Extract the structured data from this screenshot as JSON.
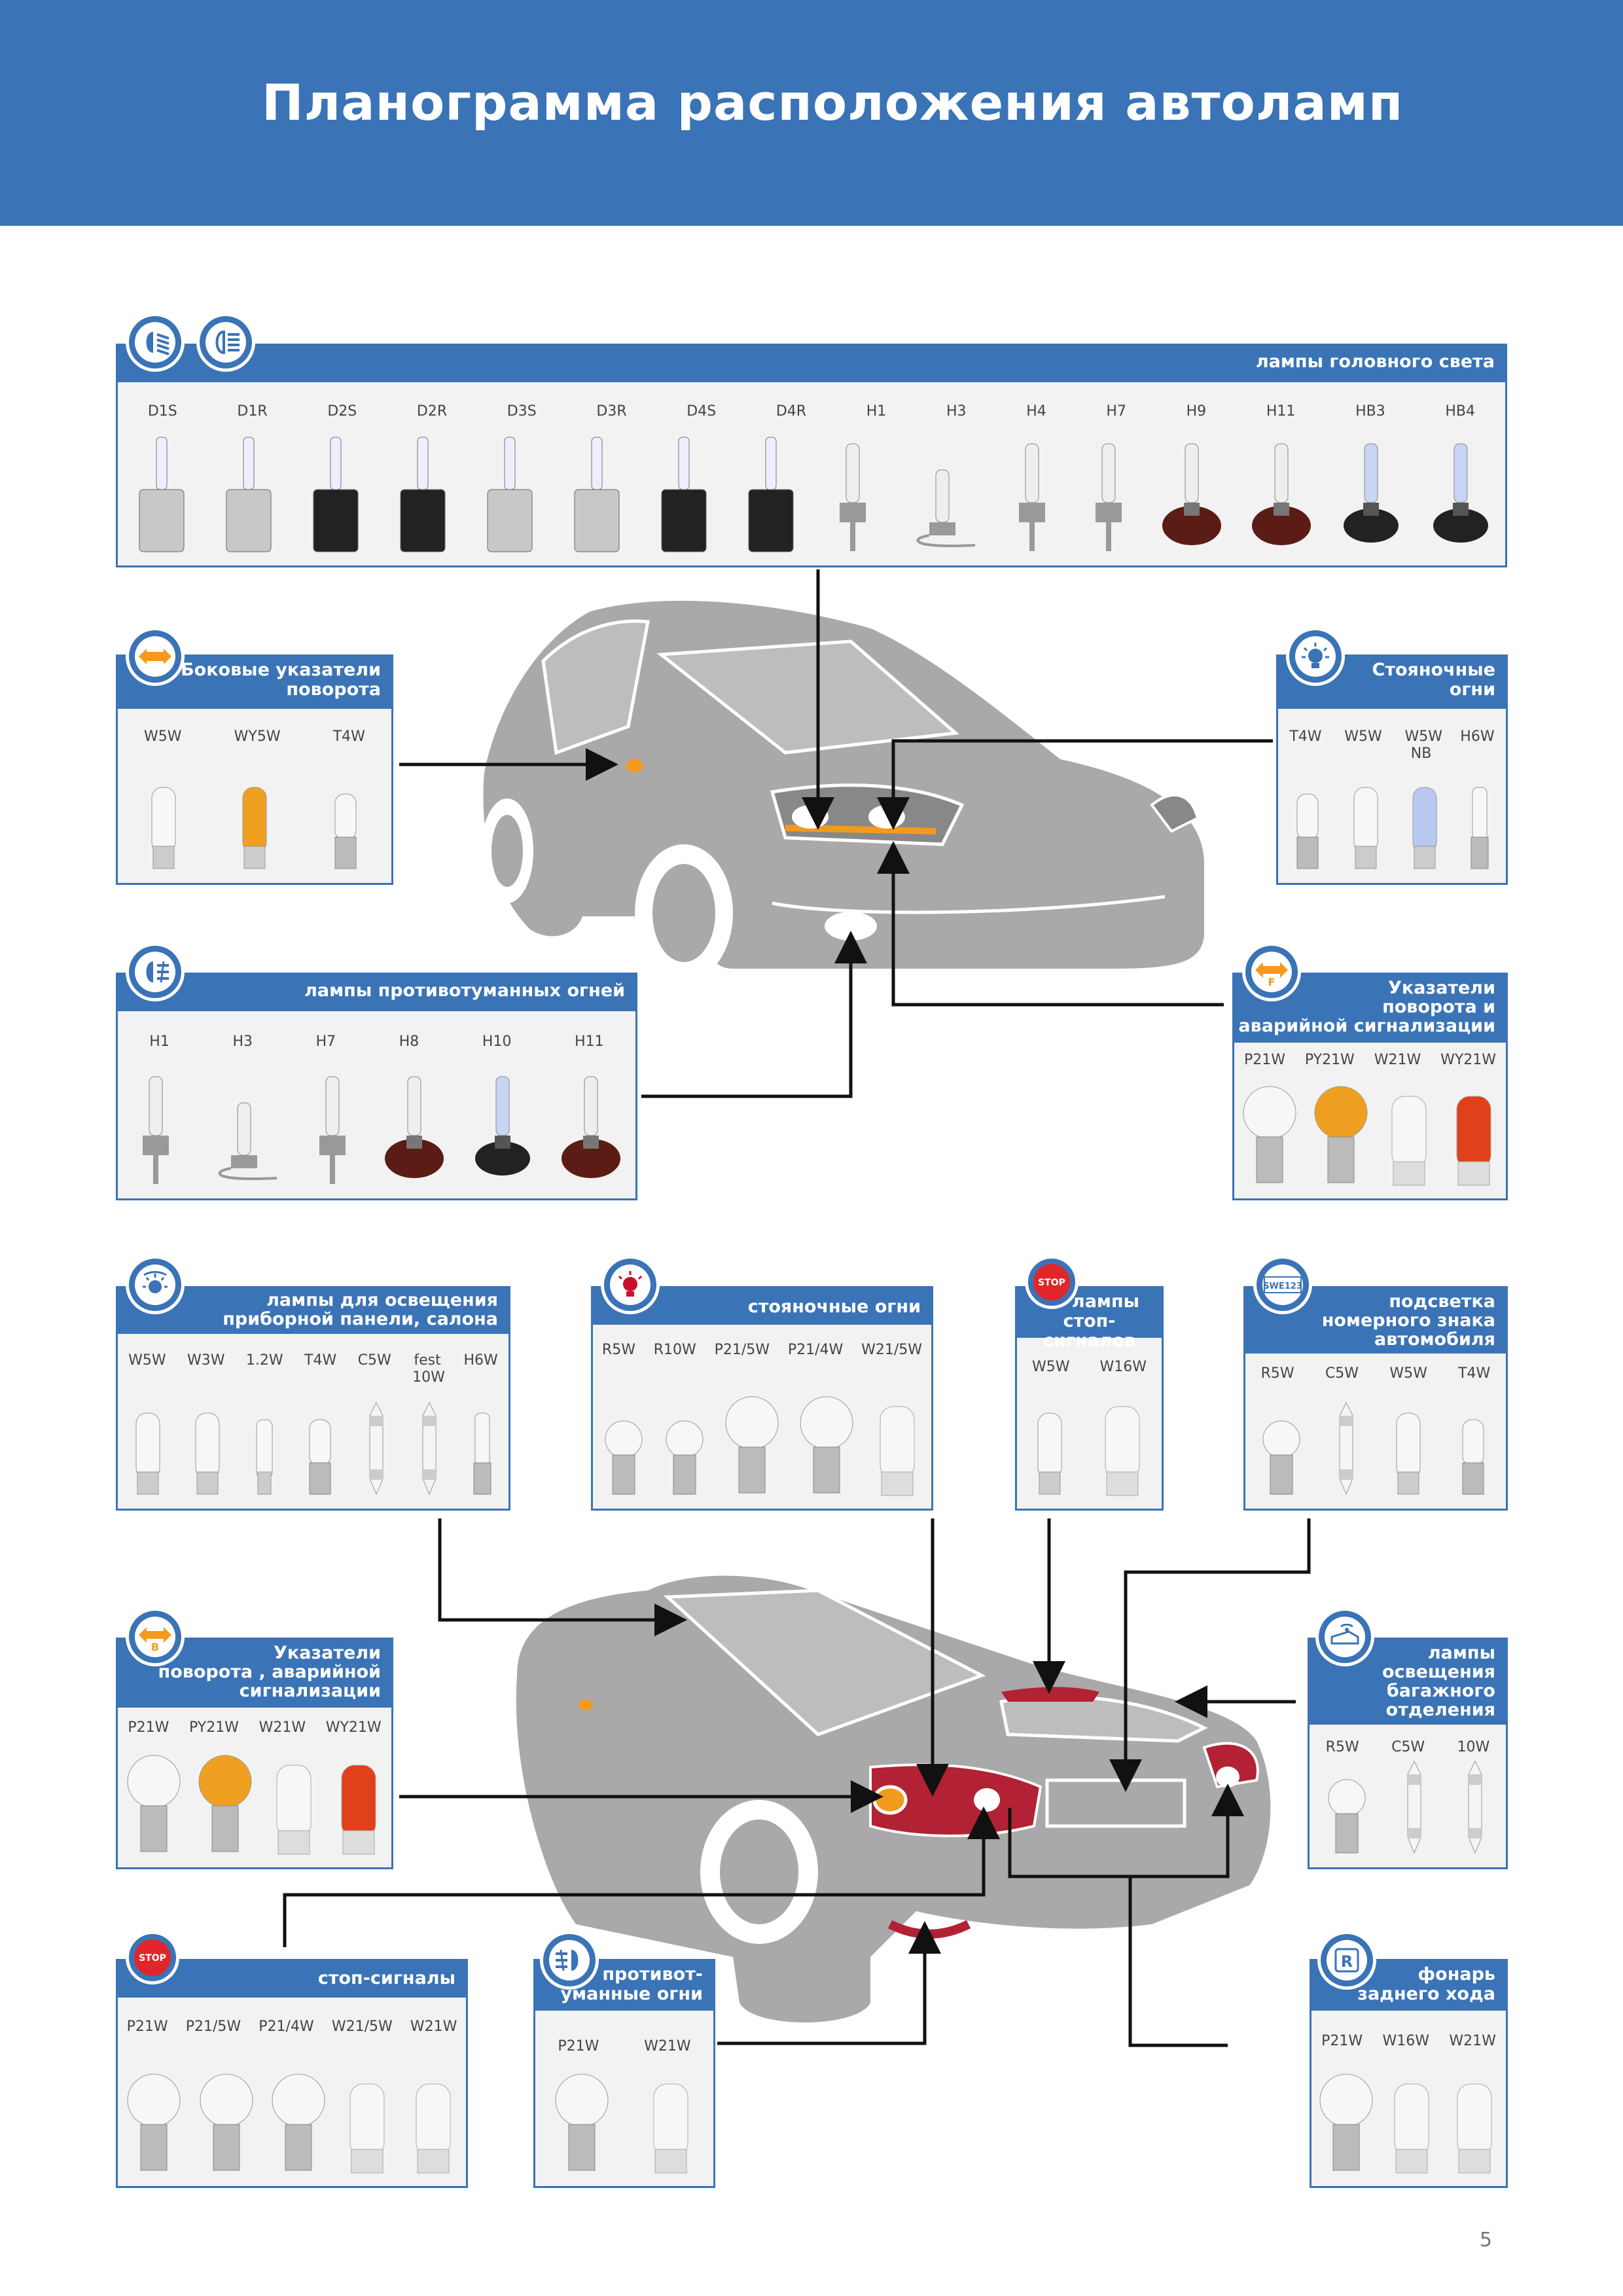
{
  "header": {
    "title": "Планограмма расположения автоламп"
  },
  "page_number": "5",
  "colors": {
    "brand_blue": "#3a73b6",
    "car_grey": "#a9a9a9",
    "lamp_orange": "#f39a1e",
    "lamp_red": "#c8102e"
  },
  "panels": {
    "headlight": {
      "title": "лампы головного света",
      "items": [
        "D1S",
        "D1R",
        "D2S",
        "D2R",
        "D3S",
        "D3R",
        "D4S",
        "D4R",
        "H1",
        "H3",
        "H4",
        "H7",
        "H9",
        "H11",
        "HB3",
        "HB4"
      ]
    },
    "side_indicators": {
      "title_l1": "Боковые указатели",
      "title_l2": "поворота",
      "items": [
        "W5W",
        "WY5W",
        "T4W"
      ]
    },
    "parking_front": {
      "title_l1": "Стояночные",
      "title_l2": "огни",
      "items": [
        "T4W",
        "W5W",
        "W5W NB",
        "H6W"
      ]
    },
    "fog_front": {
      "title": "лампы противотуманных огней",
      "items": [
        "H1",
        "H3",
        "H7",
        "H8",
        "H10",
        "H11"
      ]
    },
    "turn_front": {
      "title_l1": "Указатели",
      "title_l2": "поворота и",
      "title_l3": "аварийной сигнализации",
      "badge_letter": "F",
      "items": [
        "P21W",
        "PY21W",
        "W21W",
        "WY21W"
      ]
    },
    "interior": {
      "title_l1": "лампы для освещения",
      "title_l2": "приборной панели, салона",
      "items": [
        "W5W",
        "W3W",
        "1.2W",
        "T4W",
        "C5W",
        "fest 10W",
        "H6W"
      ]
    },
    "parking_rear": {
      "title": "стояночные огни",
      "items": [
        "R5W",
        "R10W",
        "P21/5W",
        "P21/4W",
        "W21/5W"
      ]
    },
    "stop_top": {
      "title_l1": "лампы",
      "title_l2": "стоп-сигналов",
      "badge": "STOP",
      "items": [
        "W5W",
        "W16W"
      ]
    },
    "plate": {
      "title_l1": "подсветка",
      "title_l2": "номерного знака",
      "title_l3": "автомобиля",
      "badge": "SWE123",
      "items": [
        "R5W",
        "C5W",
        "W5W",
        "T4W"
      ]
    },
    "turn_rear": {
      "title_l1": "Указатели",
      "title_l2": "поворота , аварийной",
      "title_l3": "сигнализации",
      "badge_letter": "B",
      "items": [
        "P21W",
        "PY21W",
        "W21W",
        "WY21W"
      ]
    },
    "trunk": {
      "title_l1": "лампы",
      "title_l2": "освещения",
      "title_l3": "багажного",
      "title_l4": "отделения",
      "items": [
        "R5W",
        "C5W",
        "10W"
      ]
    },
    "stop_bottom": {
      "title": "стоп-сигналы",
      "badge": "STOP",
      "items": [
        "P21W",
        "P21/5W",
        "P21/4W",
        "W21/5W",
        "W21W"
      ]
    },
    "fog_rear": {
      "title_l1": "противот-",
      "title_l2": "уманные огни",
      "items": [
        "P21W",
        "W21W"
      ]
    },
    "reverse": {
      "title_l1": "фонарь",
      "title_l2": "заднего хода",
      "badge_letter": "R",
      "items": [
        "P21W",
        "W16W",
        "W21W"
      ]
    }
  }
}
